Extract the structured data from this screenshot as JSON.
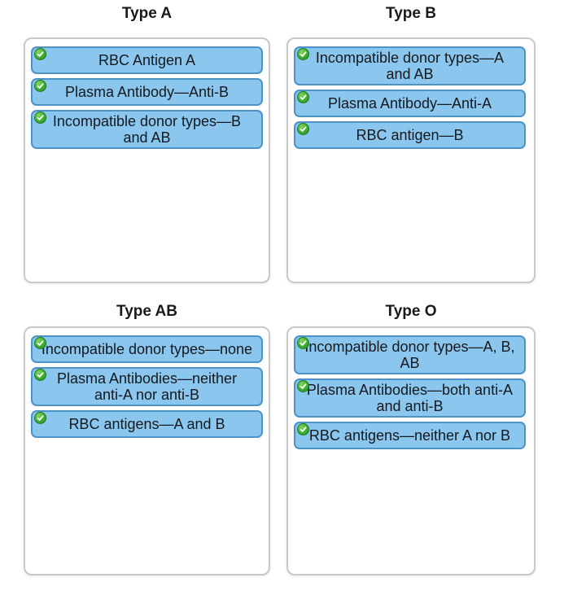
{
  "colors": {
    "card_fill": "#8BC6EE",
    "card_border": "#4D93C6",
    "dropzone_border": "#C9C9C9",
    "check_green": "#2E9E2E",
    "text": "#15191D"
  },
  "categories": [
    {
      "title": "Type A",
      "items": [
        {
          "text": "RBC Antigen A"
        },
        {
          "text": "Plasma Antibody—Anti-B"
        },
        {
          "text": "Incompatible donor types—B\nand AB"
        }
      ]
    },
    {
      "title": "Type B",
      "items": [
        {
          "text": "Incompatible donor types—A\nand AB"
        },
        {
          "text": "Plasma Antibody—Anti-A"
        },
        {
          "text": "RBC antigen—B"
        }
      ]
    },
    {
      "title": "Type AB",
      "items": [
        {
          "text": "Incompatible donor types—none"
        },
        {
          "text": "Plasma Antibodies—neither\nanti-A nor anti-B"
        },
        {
          "text": "RBC antigens—A and B"
        }
      ]
    },
    {
      "title": "Type O",
      "items": [
        {
          "text": "Incompatible donor types—A, B,\nAB"
        },
        {
          "text": "Plasma Antibodies—both anti-A\nand anti-B"
        },
        {
          "text": "RBC antigens—neither A nor B"
        }
      ]
    }
  ],
  "icons": {
    "correct_check": "check-circle"
  }
}
